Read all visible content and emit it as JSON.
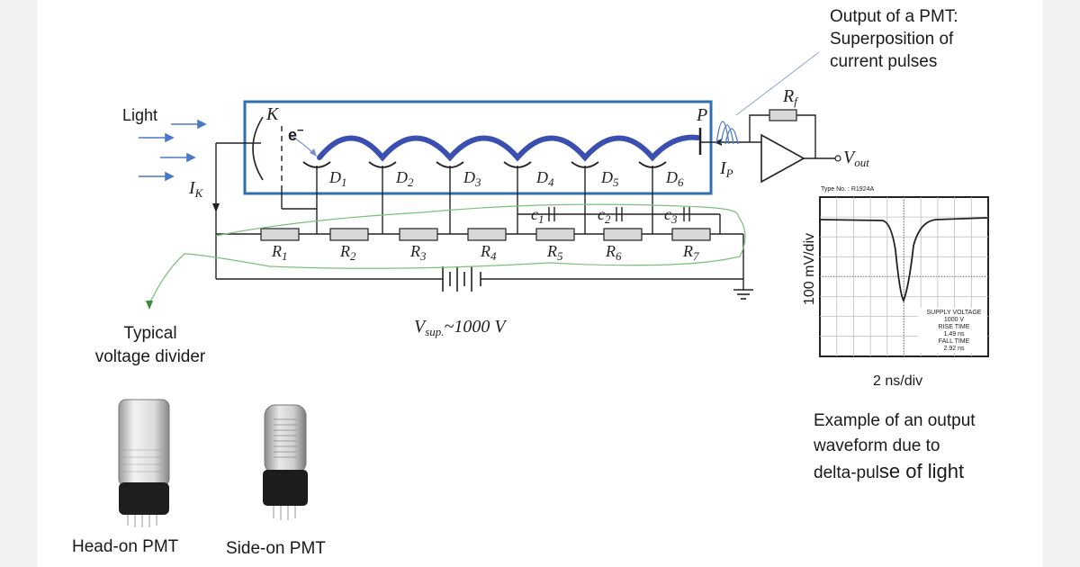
{
  "labels": {
    "light": "Light",
    "output_title_1": "Output of a PMT:",
    "output_title_2": "Superposition of",
    "output_title_3": "current pulses",
    "typical_1": "Typical",
    "typical_2": "voltage divider",
    "head_on": "Head-on PMT",
    "side_on": "Side-on PMT",
    "example_1": "Example of an output",
    "example_2": "waveform due to",
    "example_3a": "delta-pul",
    "example_3b": "se of light",
    "x_axis": "2 ns/div",
    "y_axis": "100 mV/div"
  },
  "circuit": {
    "cathode": "K",
    "electron": "e",
    "electron_sup": "−",
    "anode": "P",
    "ik": "I",
    "ik_sub": "K",
    "ip": "I",
    "ip_sub": "P",
    "rf": "R",
    "rf_sub": "f",
    "vout": "V",
    "vout_sub": "out",
    "vsup": "V",
    "vsup_sub": "sup.",
    "vsup_value": "~1000 V",
    "dynodes": [
      "1",
      "2",
      "3",
      "4",
      "5",
      "6"
    ],
    "resistors": [
      "1",
      "2",
      "3",
      "4",
      "5",
      "6",
      "7"
    ],
    "capacitors": [
      "1",
      "2",
      "3"
    ]
  },
  "scope": {
    "type_no": "Type No. : R1924A",
    "supply_1": "SUPPLY VOLTAGE",
    "supply_2": "1000 V",
    "rise_1": "RISE TIME",
    "rise_2": "1.49 ns",
    "fall_1": "FALL TIME",
    "fall_2": "2.92 ns"
  },
  "colors": {
    "box": "#2f6fb0",
    "electron_path": "#3b4fb0",
    "green_wire": "#7cc07a",
    "arrow": "#4a78c8"
  }
}
